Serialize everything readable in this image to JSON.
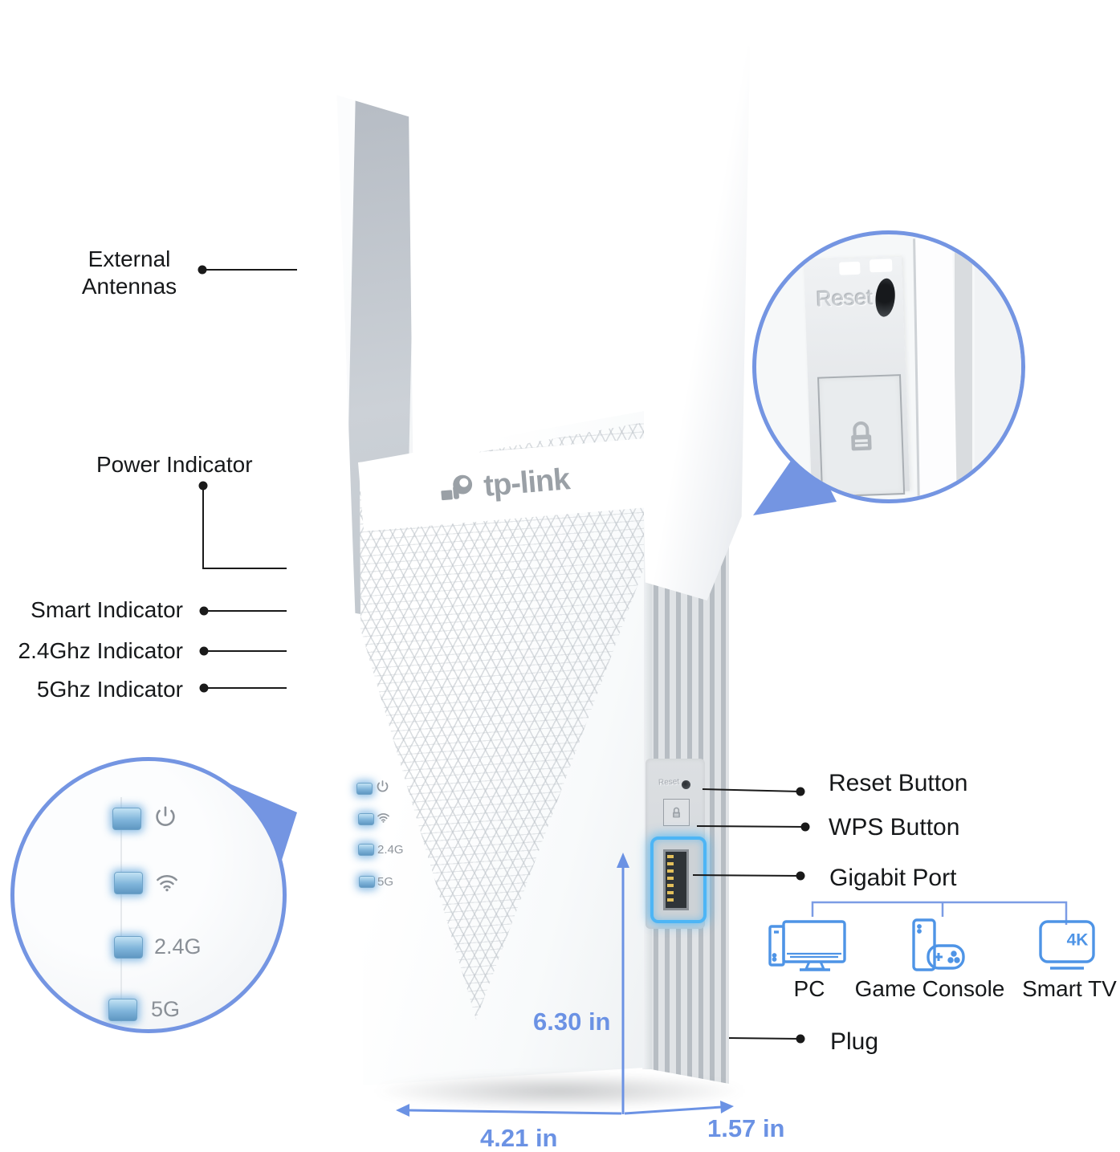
{
  "product": {
    "brand": "tp-link",
    "side": {
      "reset_label": "Reset"
    }
  },
  "led_labels": {
    "g24": "2.4G",
    "g5": "5G"
  },
  "callouts_left": {
    "external_antennas": {
      "line1": "External",
      "line2": "Antennas"
    },
    "power_indicator": "Power Indicator",
    "smart_indicator": "Smart Indicator",
    "indicator_24ghz": "2.4Ghz Indicator",
    "indicator_5ghz": "5Ghz Indicator"
  },
  "callouts_right": {
    "reset_button": "Reset Button",
    "wps_button": "WPS Button",
    "gigabit_port": "Gigabit Port",
    "plug": "Plug"
  },
  "inset_detail": {
    "reset_label": "Reset"
  },
  "dimensions": {
    "height": "6.30 in",
    "width": "4.21 in",
    "depth": "1.57 in"
  },
  "connect_devices": {
    "pc": "PC",
    "game_console": "Game Console",
    "smart_tv": "Smart TV",
    "tv_badge": "4K"
  },
  "colors": {
    "accent_blue": "#6b92e4",
    "icon_blue": "#4e94e6",
    "circle_blue": "#7495e2",
    "port_glow": "#4db5f5",
    "led_blue": "#8fc3e8"
  }
}
